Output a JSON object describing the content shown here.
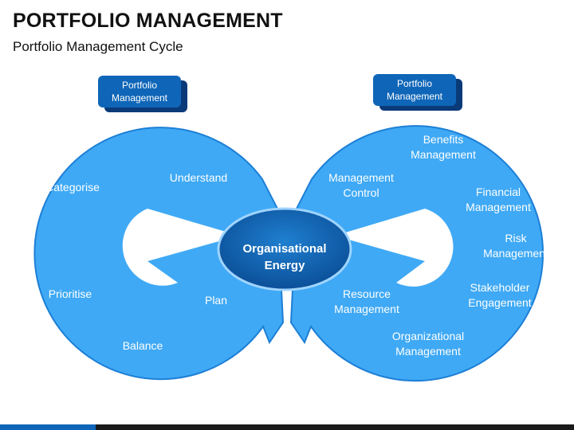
{
  "title": "PORTFOLIO MANAGEMENT",
  "subtitle": "Portfolio Management Cycle",
  "left_tag": "Portfolio\nManagement",
  "right_tag": "Portfolio\nManagement",
  "center": "Organisational\nEnergy",
  "left_items": {
    "categorise": "Categorise",
    "understand": "Understand",
    "prioritise": "Prioritise",
    "plan": "Plan",
    "balance": "Balance"
  },
  "right_items": {
    "benefits": "Benefits\nManagement",
    "management_control": "Management\nControl",
    "financial": "Financial\nManagement",
    "risk": "Risk\nManagement",
    "stakeholder": "Stakeholder\nEngagement",
    "resource": "Resource\nManagement",
    "organizational": "Organizational\nManagement"
  },
  "colors": {
    "circle_fill": "#3fa9f5",
    "circle_edge": "#1d7fd6",
    "tag_fill": "#0f66b8",
    "tag_shadow": "#0a3a78",
    "center_fill": "#0f62b0",
    "center_edge": "#9fd4ff"
  }
}
